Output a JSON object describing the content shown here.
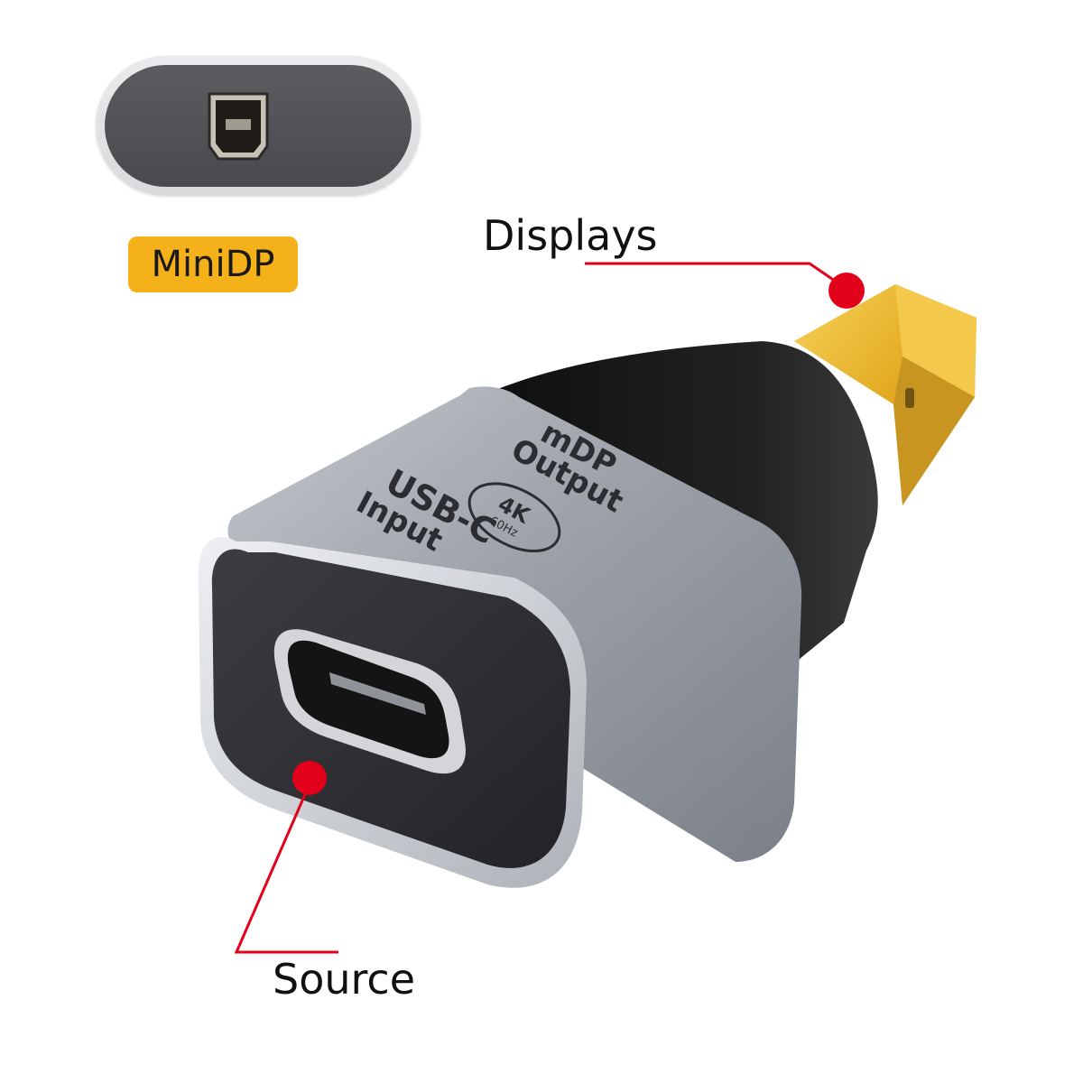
{
  "labels": {
    "minidp": "MiniDP",
    "displays": "Displays",
    "source": "Source"
  },
  "device_text": {
    "line_mdp": "mDP",
    "line_output": "Output",
    "badge_4k": "4K",
    "badge_hz": "60Hz",
    "line_usbc": "USB-C",
    "line_input": "Input"
  },
  "colors": {
    "accent_badge": "#f5b11a",
    "callout_red": "#e3001b",
    "connector_gold": "#e9b933",
    "shell_gray": "#9ea3ab",
    "body_black": "#151515"
  }
}
